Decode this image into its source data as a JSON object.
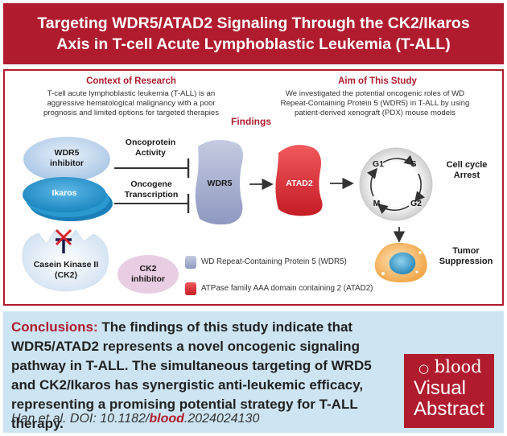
{
  "title": {
    "line1": "Targeting WDR5/ATAD2 Signaling Through the CK2/Ikaros",
    "line2": "Axis in T-cell Acute Lymphoblastic Leukemia (T-ALL)"
  },
  "context": {
    "heading": "Context of Research",
    "lines": [
      "T-cell acute lymphoblastic leukemia (T-ALL) is an",
      "aggressive hematological malignancy with a poor",
      "prognosis and limited options for targeted therapies"
    ]
  },
  "aim": {
    "heading": "Aim of This Study",
    "lines": [
      "We investigated the potential  oncogenic roles of WD",
      "Repeat-Containing Protein 5 (WDR5) in T-ALL by using",
      "patient-derived xenograft (PDX) mouse models"
    ]
  },
  "findings": {
    "heading": "Findings",
    "wdr5_inhibitor": [
      "WDR5",
      "inhibitor"
    ],
    "oncoprotein": [
      "Oncoprotein",
      "Activity"
    ],
    "ikaros": "Ikaros",
    "oncogene": [
      "Oncogene",
      "Transcription"
    ],
    "wdr5": "WDR5",
    "atad2": "ATAD2",
    "cell_cycle_phases": [
      "G1",
      "S",
      "G2",
      "M"
    ],
    "cell_cycle_label": [
      "Cell cycle",
      "Arrest"
    ],
    "tumor_label": [
      "Tumor",
      "Suppression"
    ],
    "ck2": [
      "Casein Kinase II",
      "(CK2)"
    ],
    "ck2_inhibitor": [
      "CK2",
      "inhibitor"
    ],
    "legend_wdr5": "WD Repeat-Containing Protein 5 (WDR5)",
    "legend_atad2": "ATPase family AAA domain containing 2 (ATAD2)"
  },
  "conclusions": {
    "heading": "Conclusions:",
    "text": "The findings of this study indicate that WDR5/ATAD2 represents a novel oncogenic signaling pathway in T-ALL. The simultaneous targeting of WRD5 and CK2/Ikaros has synergistic anti-leukemic efficacy, representing a promising potential strategy for T-ALL therapy.",
    "citation_prefix": "Han et al. DOI: 10.1182/",
    "citation_journal": "blood",
    "citation_suffix": ".2024024130"
  },
  "logo": {
    "brand": "blood",
    "line1": "Visual",
    "line2": "Abstract"
  },
  "colors": {
    "brand_red": "#b01c2e",
    "conclusions_bg": "#cde4f2",
    "wdr5_purple": "#9fa9c9",
    "atad2_red": "#d8232a",
    "inhibitor_blue": "#bcd3ec",
    "ikaros_blue": "#1f94cc",
    "ck2_inhibitor_pink": "#e9cde3"
  }
}
